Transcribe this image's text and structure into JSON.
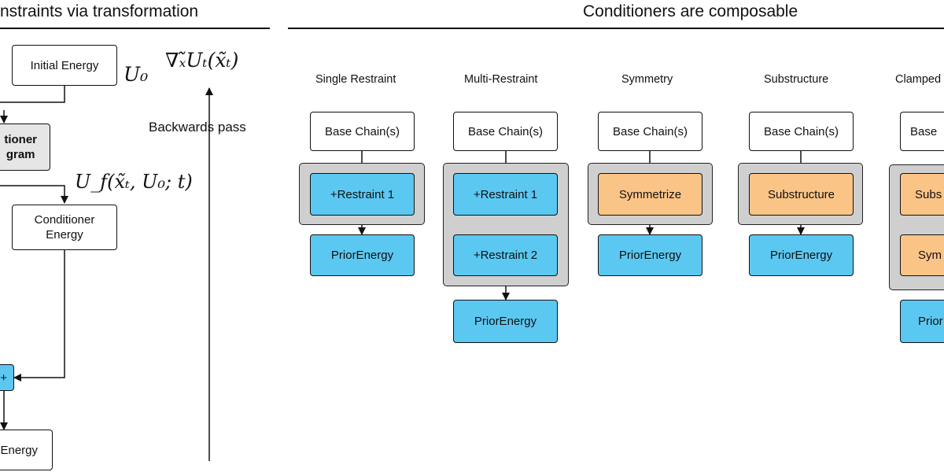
{
  "left_panel": {
    "heading": "nstraints via transformation",
    "boxes": {
      "initial_energy": "Initial Energy",
      "conditioner_program_line1": "tioner",
      "conditioner_program_line2": "gram",
      "conditioner_energy_line1": "Conditioner",
      "conditioner_energy_line2": "Energy",
      "sum_node": "+",
      "final_energy": "Energy"
    },
    "math": {
      "u0": "U₀",
      "grad": "∇ₓ̃Uₜ(x̃ₜ)",
      "uf": "U_f(x̃ₜ, U₀; t)"
    },
    "backwards_pass_label": "Backwards pass"
  },
  "right_panel": {
    "heading": "Conditioners are composable",
    "columns": [
      {
        "title": "Single Restraint",
        "base": "Base Chain(s)",
        "group": [
          "+Restraint 1"
        ],
        "prior": "PriorEnergy"
      },
      {
        "title": "Multi-Restraint",
        "base": "Base Chain(s)",
        "group": [
          "+Restraint 1",
          "+Restraint 2"
        ],
        "prior": "PriorEnergy"
      },
      {
        "title": "Symmetry",
        "base": "Base Chain(s)",
        "group": [
          "Symmetrize"
        ],
        "prior": "PriorEnergy"
      },
      {
        "title": "Substructure",
        "base": "Base Chain(s)",
        "group": [
          "Substructure"
        ],
        "prior": "PriorEnergy"
      },
      {
        "title": "Clamped",
        "base": "Base",
        "group": [
          "Subs",
          "Sym"
        ],
        "prior": "Prior"
      }
    ]
  },
  "colors": {
    "blue": "#5bc8f2",
    "orange": "#fbc487",
    "group_grey": "#cfcfcf",
    "program_grey": "#e6e6e6"
  }
}
